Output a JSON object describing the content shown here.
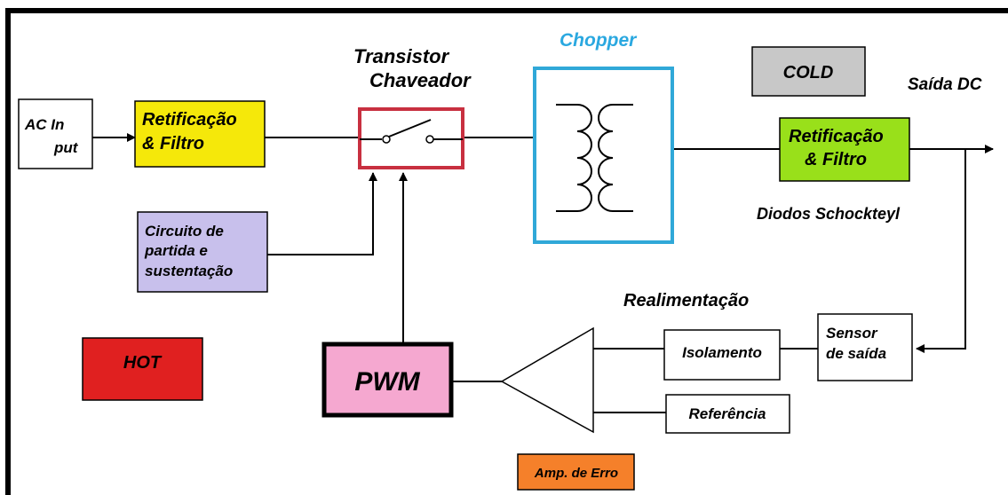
{
  "blocks": {
    "ac_input": [
      "AC In",
      "put"
    ],
    "rect_filter_in": [
      "Retificação",
      "& Filtro"
    ],
    "transistor_label": [
      "Transistor",
      "Chaveador"
    ],
    "chopper_label": "Chopper",
    "cold": "COLD",
    "output": "Saída DC",
    "rect_filter_out": [
      "Retificação",
      "& Filtro"
    ],
    "diodes": "Diodos Schockteyl",
    "startup": [
      "Circuito de",
      "partida e",
      "sustentação"
    ],
    "feedback": "Realimentação",
    "hot": "HOT",
    "pwm": "PWM",
    "isolation": "Isolamento",
    "sensor": [
      "Sensor",
      "de saída"
    ],
    "reference": "Referência",
    "error_amp": "Amp. de Erro"
  },
  "colors": {
    "yellow": "#f5e80a",
    "green": "#99e01a",
    "lavender": "#c8c0ec",
    "red": "#e02020",
    "pink": "#f5a8d0",
    "orange": "#f5802a",
    "cold_gray": "#c8c8c8",
    "chopper_blue": "#30a8d8",
    "switch_red": "#c83040",
    "chopper_text": "#2aa8e0"
  }
}
